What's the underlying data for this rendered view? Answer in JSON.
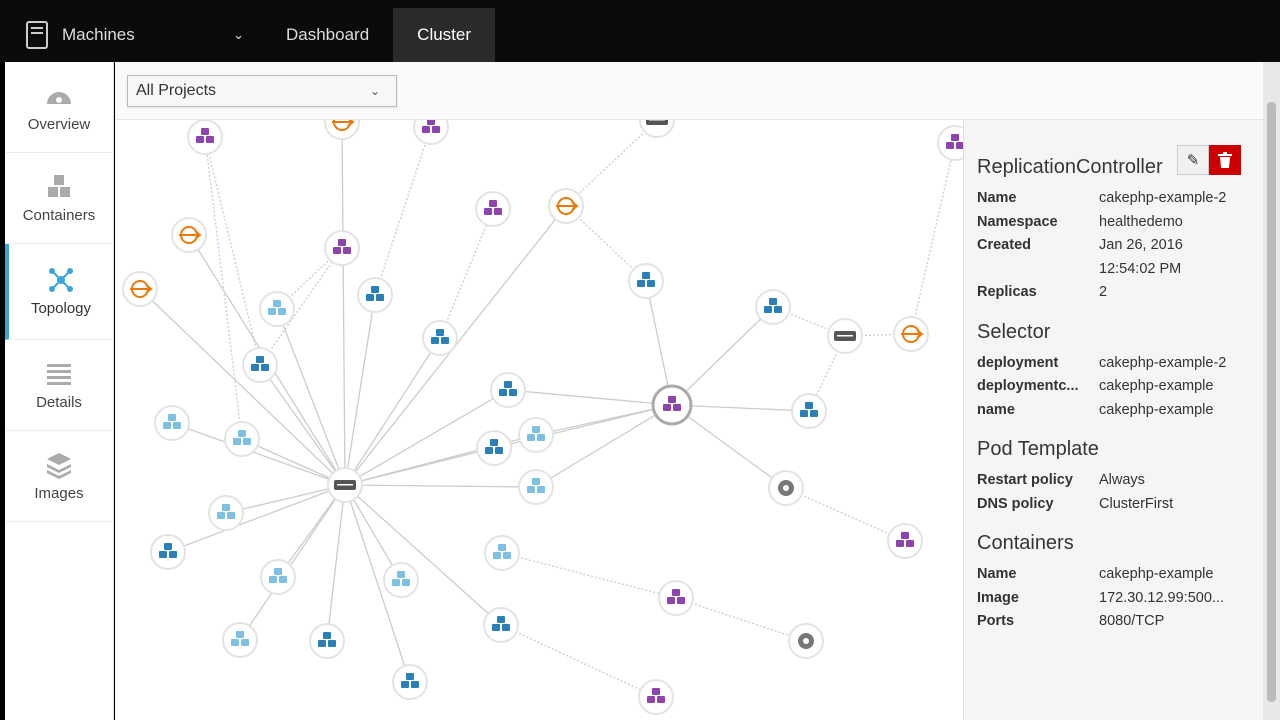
{
  "nav": {
    "machines_label": "Machines",
    "tabs": [
      {
        "label": "Dashboard"
      },
      {
        "label": "Cluster",
        "active": true
      }
    ]
  },
  "sidebar": {
    "items": [
      {
        "label": "Overview",
        "icon": "dashboard-icon"
      },
      {
        "label": "Containers",
        "icon": "cubes-icon"
      },
      {
        "label": "Topology",
        "icon": "topology-icon",
        "active": true
      },
      {
        "label": "Details",
        "icon": "list-icon"
      },
      {
        "label": "Images",
        "icon": "layers-icon"
      }
    ]
  },
  "filter": {
    "selected": "All Projects"
  },
  "colors": {
    "pod": "#2a7fb8",
    "pod_light": "#7cc0e4",
    "replication_controller": "#8e44ad",
    "route": "#ec7a08",
    "service": "#555555",
    "accent": "#39a5dc",
    "delete": "#cc0000"
  },
  "panel": {
    "title": "ReplicationController",
    "fields": [
      {
        "k": "Name",
        "v": "cakephp-example-2"
      },
      {
        "k": "Namespace",
        "v": "healthedemo"
      },
      {
        "k": "Created",
        "v": "Jan 26, 2016 12:54:02 PM"
      },
      {
        "k": "Replicas",
        "v": "2"
      }
    ],
    "selector_title": "Selector",
    "selector": [
      {
        "k": "deployment",
        "v": "cakephp-example-2"
      },
      {
        "k": "deploymentc...",
        "v": "cakephp-example"
      },
      {
        "k": "name",
        "v": "cakephp-example"
      }
    ],
    "pod_template_title": "Pod Template",
    "pod_template": [
      {
        "k": "Restart policy",
        "v": "Always"
      },
      {
        "k": "DNS policy",
        "v": "ClusterFirst"
      }
    ],
    "containers_title": "Containers",
    "containers": [
      {
        "k": "Name",
        "v": "cakephp-example"
      },
      {
        "k": "Image",
        "v": "172.30.12.99:500..."
      },
      {
        "k": "Ports",
        "v": "8080/TCP"
      }
    ]
  }
}
